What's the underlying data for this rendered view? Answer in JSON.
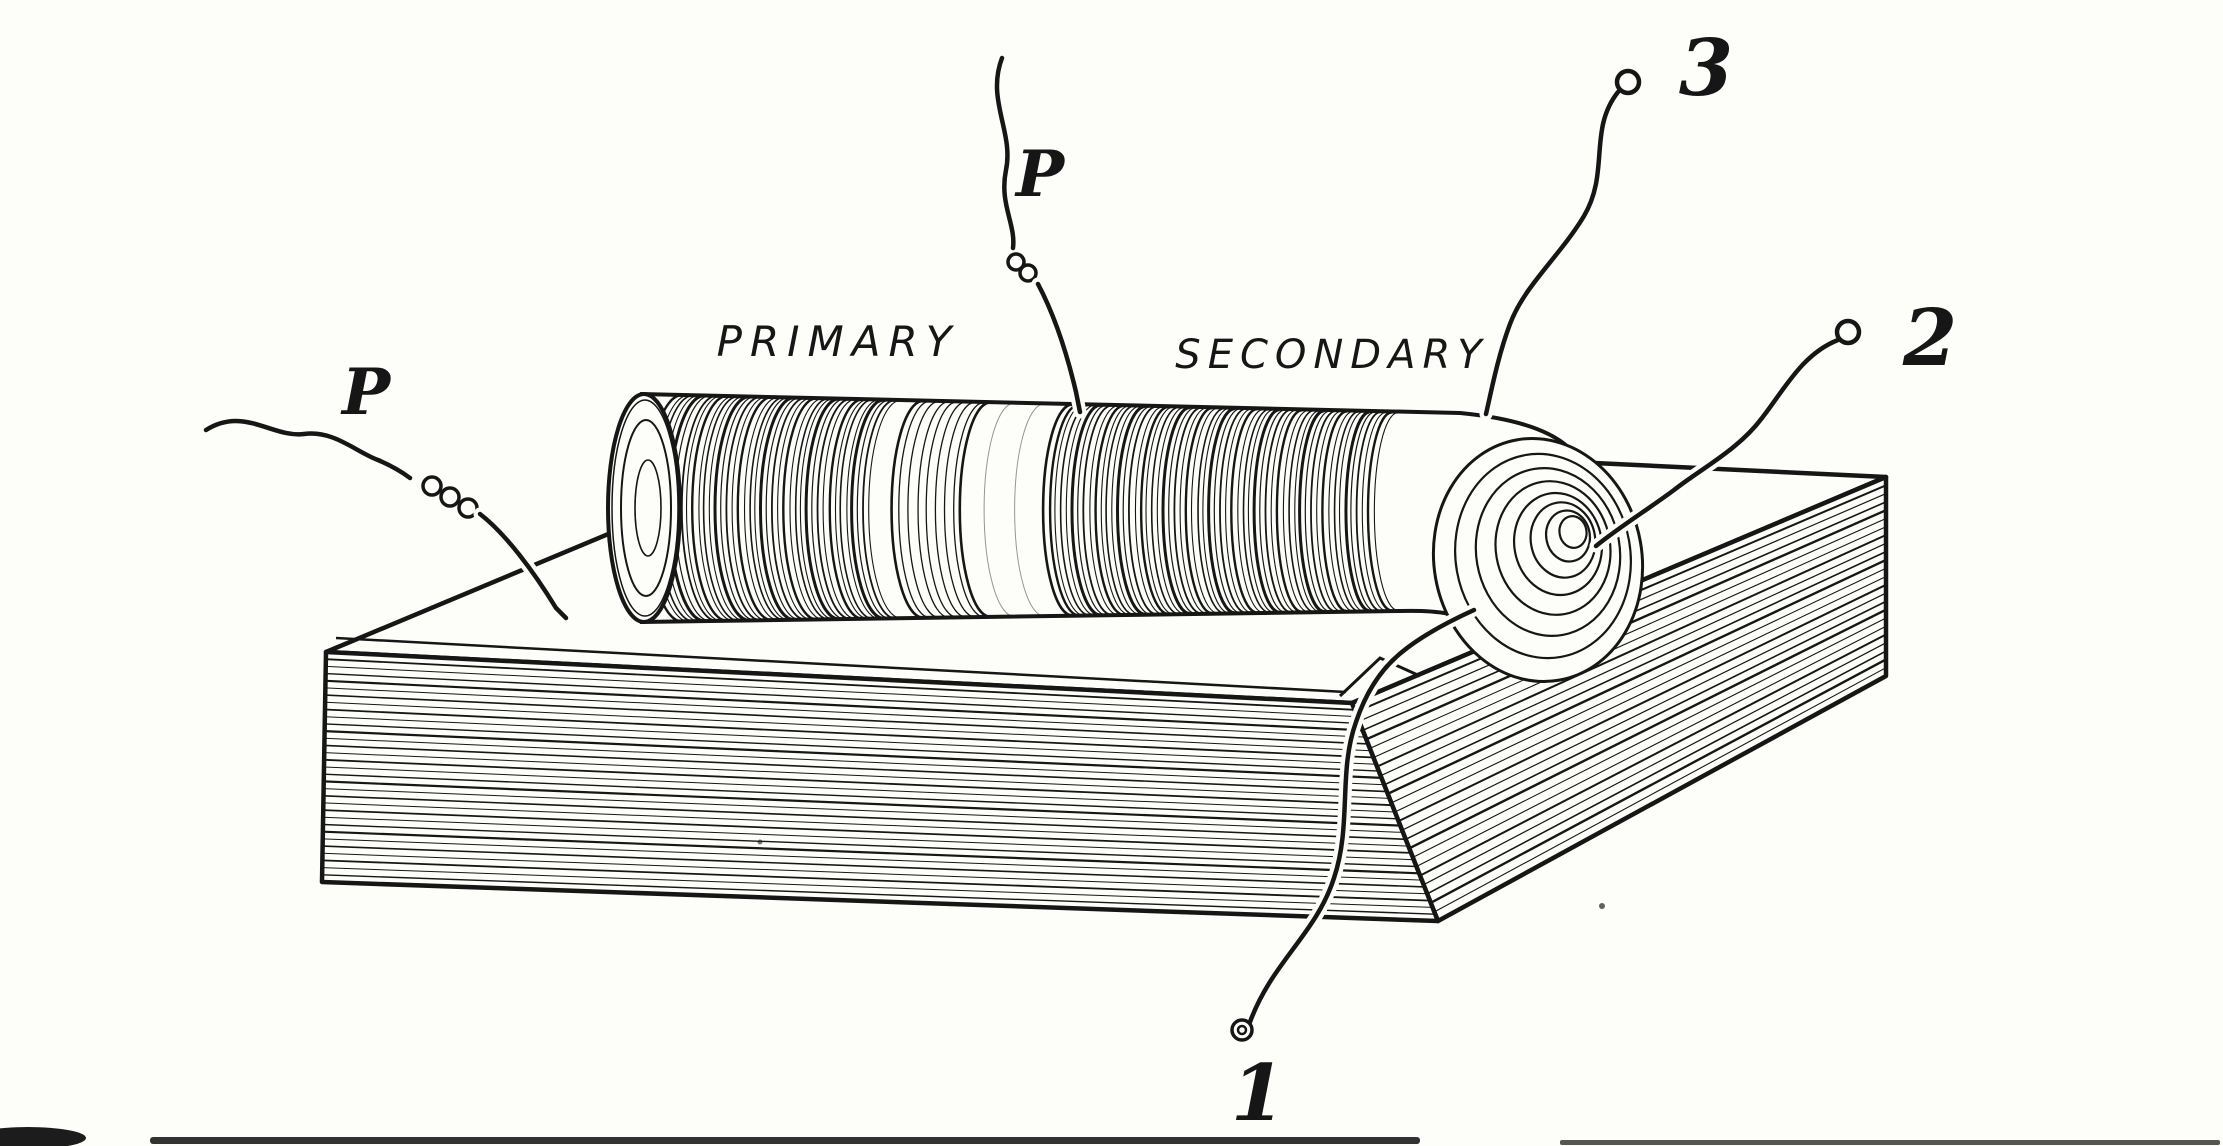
{
  "figure": {
    "ink": "#161616",
    "paper": "#fdfdfa",
    "labels": {
      "primary": "PRIMARY",
      "secondary": "SECONDARY",
      "lead_p_left": "P",
      "lead_p_top": "P",
      "terminal_1": "1",
      "terminal_2": "2",
      "terminal_3": "3"
    }
  }
}
